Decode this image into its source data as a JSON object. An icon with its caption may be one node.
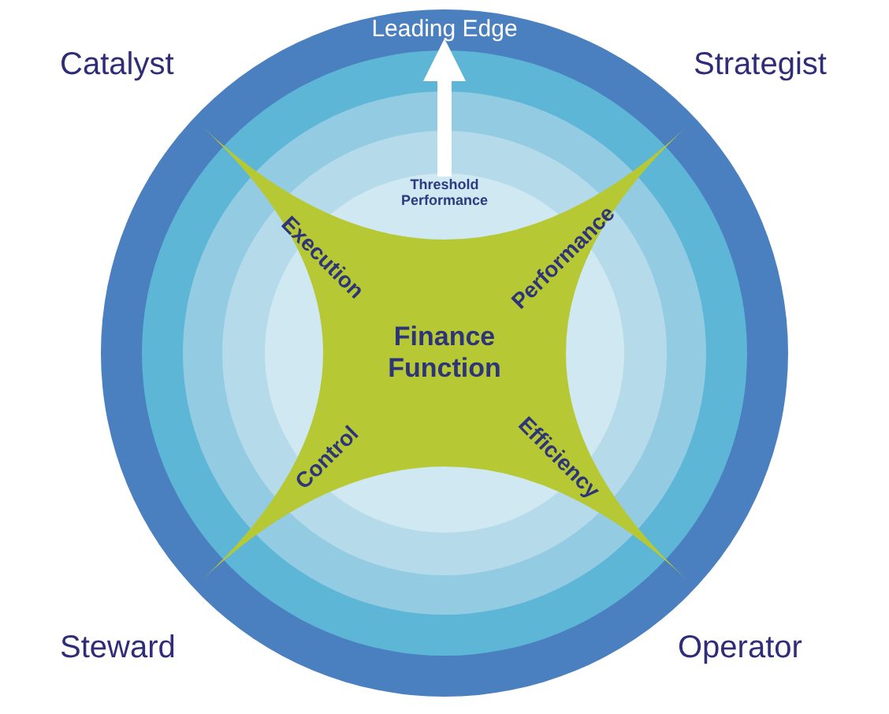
{
  "diagram": {
    "nodes": [
      {
        "text": [
          "Leading Edge"
        ]
      },
      {
        "text": [
          "Threshold Performance"
        ],
        "in": 0
      },
      {
        "text": [
          "Execution",
          "Performance",
          "Finance Function",
          "Control",
          "Efficiency"
        ],
        "in": 0
      }
    ],
    "edges": [
      {
        "from": 1,
        "to": 0,
        "arrow": "to"
      }
    ],
    "labels": [
      "Catalyst",
      "Strategist",
      "Steward",
      "Operator"
    ]
  }
}
